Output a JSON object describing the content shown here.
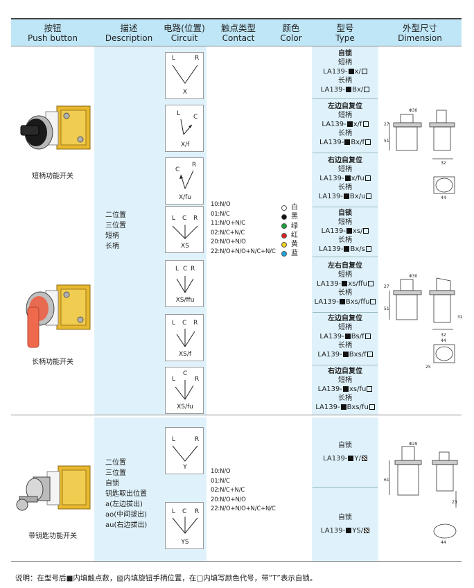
{
  "header": {
    "push_button_cn": "按钮",
    "push_button_en": "Push button",
    "description_cn": "描述",
    "description_en": "Description",
    "circuit_cn": "电路(位置)",
    "circuit_en": "Circuit",
    "contact_cn": "触点类型",
    "contact_en": "Contact",
    "color_cn": "颜色",
    "color_en": "Color",
    "type_cn": "型号",
    "type_en": "Type",
    "dimension_cn": "外型尺寸",
    "dimension_en": "Dimension"
  },
  "section1": {
    "photo_caption_short": "短柄功能开关",
    "photo_caption_long": "长柄功能开关",
    "description": [
      "二位置",
      "三位置",
      "短柄",
      "长柄"
    ],
    "contacts": [
      "10:N/O",
      "01:N/C",
      "11:N/O+N/C",
      "02:N/C+N/C",
      "20:N/O+N/O",
      "22:N/O+N/O+N/C+N/C"
    ],
    "circuits": [
      {
        "label": "X",
        "letters": [
          "L",
          "R"
        ]
      },
      {
        "label": "X/f",
        "letters": [
          "L",
          "C"
        ]
      },
      {
        "label": "X/fu",
        "letters": [
          "C",
          "R"
        ]
      },
      {
        "label": "XS",
        "letters": [
          "L",
          "C",
          "R"
        ]
      },
      {
        "label": "XS/ffu",
        "letters": [
          "L",
          "C",
          "R"
        ]
      },
      {
        "label": "XS/f",
        "letters": [
          "L",
          "C",
          "R"
        ]
      },
      {
        "label": "XS/fu",
        "letters": [
          "L",
          "C",
          "R"
        ]
      }
    ],
    "types": [
      {
        "head": "自锁",
        "l1": "短柄",
        "m1": "x/",
        "l2": "长柄",
        "m2": "Bx/"
      },
      {
        "head": "左边自复位",
        "l1": "短柄",
        "m1": "x/f",
        "l2": "长柄",
        "m2": "Bx/f"
      },
      {
        "head": "右边自复位",
        "l1": "短柄",
        "m1": "x/fu",
        "l2": "长柄",
        "m2": "Bx/u"
      },
      {
        "head": "自锁",
        "l1": "短柄",
        "m1": "xs/",
        "l2": "长柄",
        "m2": "Bx/s"
      },
      {
        "head": "左右自复位",
        "l1": "短柄",
        "m1": "xs/ffu",
        "l2": "长柄",
        "m2": "Bxs/ffu"
      },
      {
        "head": "左边自复位",
        "l1": "短柄",
        "m1": "Bs/f",
        "l2": "长柄",
        "m2": "Bxs/f"
      },
      {
        "head": "右边自复位",
        "l1": "短柄",
        "m1": "xs/fu",
        "l2": "长柄",
        "m2": "Bxs/fu"
      }
    ],
    "model_prefix": "LA139-"
  },
  "colors": [
    {
      "name": "白",
      "hex": "#ffffff"
    },
    {
      "name": "黑",
      "hex": "#111111"
    },
    {
      "name": "绿",
      "hex": "#1aa33a"
    },
    {
      "name": "红",
      "hex": "#e02020"
    },
    {
      "name": "黄",
      "hex": "#f2d21a"
    },
    {
      "name": "蓝",
      "hex": "#1aa8e0"
    }
  ],
  "section2": {
    "photo_caption": "带钥匙功能开关",
    "description": [
      "二位置",
      "三位置",
      "自锁",
      "钥匙取出位置",
      "a(左边拔出)",
      "ao(中间拔出)",
      "au(右边拔出)"
    ],
    "contacts": [
      "10:N/O",
      "01:N/C",
      "02:N/C+N/C",
      "20:N/O+N/O",
      "22:N/O+N/O+N/C+N/C"
    ],
    "circuits": [
      {
        "label": "Y",
        "letters": [
          "L",
          "R"
        ]
      },
      {
        "label": "YS",
        "letters": [
          "L",
          "C",
          "R"
        ]
      }
    ],
    "types": [
      {
        "head": "自锁",
        "model": "Y/"
      },
      {
        "head": "自锁",
        "model": "YS/"
      }
    ]
  },
  "dimensions": {
    "d1": [
      "Φ30",
      "27",
      "51",
      "32",
      "44"
    ],
    "d2": [
      "Φ30",
      "27",
      "51",
      "32",
      "44",
      "25",
      "32"
    ],
    "d3": [
      "Φ29",
      "61",
      "23",
      "44"
    ]
  },
  "footer_note": "说明：在型号后■内填触点数，▧内填旋钮手柄位置，在□内填写颜色代号，带“T”表示自锁。"
}
